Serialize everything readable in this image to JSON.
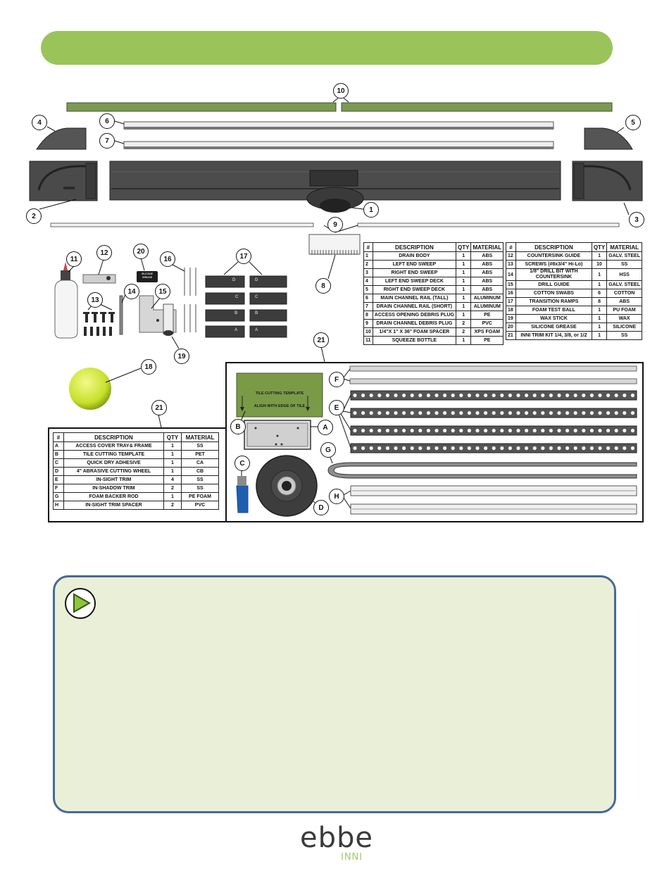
{
  "header": {
    "color": "#9ac45a"
  },
  "callouts": {
    "c1": "1",
    "c2": "2",
    "c3": "3",
    "c4": "4",
    "c5": "5",
    "c6": "6",
    "c7": "7",
    "c8": "8",
    "c9": "9",
    "c10": "10",
    "c11": "11",
    "c12": "12",
    "c13": "13",
    "c14": "14",
    "c15": "15",
    "c16": "16",
    "c17": "17",
    "c18": "18",
    "c19": "19",
    "c20": "20",
    "c21a": "21",
    "c21b": "21",
    "cA": "A",
    "cB": "B",
    "cC": "C",
    "cD": "D",
    "cE": "E",
    "cF": "F",
    "cG": "G",
    "cH": "H"
  },
  "template_label": {
    "line1": "TILE CUTTING TEMPLATE",
    "line2": "ALIGN WITH EDGE OF TILE"
  },
  "grease_label": "SILICONE GREASE",
  "ramp_letters": [
    "D",
    "D",
    "C",
    "C",
    "B",
    "B",
    "A",
    "A"
  ],
  "table_left": {
    "headers": [
      "#",
      "DESCRIPTION",
      "QTY",
      "MATERIAL"
    ],
    "rows": [
      [
        "1",
        "DRAIN BODY",
        "1",
        "ABS"
      ],
      [
        "2",
        "LEFT END SWEEP",
        "1",
        "ABS"
      ],
      [
        "3",
        "RIGHT END SWEEP",
        "1",
        "ABS"
      ],
      [
        "4",
        "LEFT END SWEEP DECK",
        "1",
        "ABS"
      ],
      [
        "5",
        "RIGHT END SWEEP DECK",
        "1",
        "ABS"
      ],
      [
        "6",
        "MAIN CHANNEL RAIL (TALL)",
        "1",
        "ALUMINUM"
      ],
      [
        "7",
        "DRAIN CHANNEL RAIL (SHORT)",
        "1",
        "ALUMINUM"
      ],
      [
        "8",
        "ACCESS OPENING DEBRIS PLUG",
        "1",
        "PE"
      ],
      [
        "9",
        "DRAIN CHANNEL DEBRIS PLUG",
        "2",
        "PVC"
      ],
      [
        "10",
        "1/4\"X 1\" X 36\" FOAM SPACER",
        "2",
        "XPS FOAM"
      ],
      [
        "11",
        "SQUEEZE BOTTLE",
        "1",
        "PE"
      ]
    ]
  },
  "table_right": {
    "headers": [
      "#",
      "DESCRIPTION",
      "QTY",
      "MATERIAL"
    ],
    "rows": [
      [
        "12",
        "COUNTERSINK GUIDE",
        "1",
        "GALV. STEEL"
      ],
      [
        "13",
        "SCREWS (#8x3/4\" Hi-Lo)",
        "10",
        "SS"
      ],
      [
        "14",
        "1/8\" DRILL BIT WITH COUNTERSINK",
        "1",
        "HSS"
      ],
      [
        "15",
        "DRILL GUIDE",
        "1",
        "GALV. STEEL"
      ],
      [
        "16",
        "COTTON SWABS",
        "6",
        "COTTON"
      ],
      [
        "17",
        "TRANSITION RAMPS",
        "8",
        "ABS"
      ],
      [
        "18",
        "FOAM TEST BALL",
        "1",
        "PU FOAM"
      ],
      [
        "19",
        "WAX STICK",
        "1",
        "WAX"
      ],
      [
        "20",
        "SILICONE GREASE",
        "1",
        "SILICONE"
      ],
      [
        "21",
        "INNI TRIM KIT 1/4, 3/8, or 1/2",
        "1",
        "SS"
      ]
    ]
  },
  "table_kit": {
    "headers": [
      "#",
      "DESCRIPTION",
      "QTY",
      "MATERIAL"
    ],
    "rows": [
      [
        "A",
        "ACCESS COVER TRAY& FRAME",
        "1",
        "SS"
      ],
      [
        "B",
        "TILE CUTTING TEMPLATE",
        "1",
        "PET"
      ],
      [
        "C",
        "QUICK DRY ADHESIVE",
        "1",
        "CA"
      ],
      [
        "D",
        "4\" ABRASIVE CUTTING WHEEL",
        "1",
        "CB"
      ],
      [
        "E",
        "IN-SIGHT TRIM",
        "4",
        "SS"
      ],
      [
        "F",
        "IN-SHADOW TRIM",
        "2",
        "SS"
      ],
      [
        "G",
        "FOAM BACKER ROD",
        "1",
        "PE FOAM"
      ],
      [
        "H",
        "IN-SIGHT TRIM SPACER",
        "2",
        "PVC"
      ]
    ]
  },
  "note_box": {
    "border_color": "#48699a",
    "fill_color": "#eaf0d8"
  },
  "logo": {
    "main": "ebbe",
    "sub": "INNI"
  }
}
